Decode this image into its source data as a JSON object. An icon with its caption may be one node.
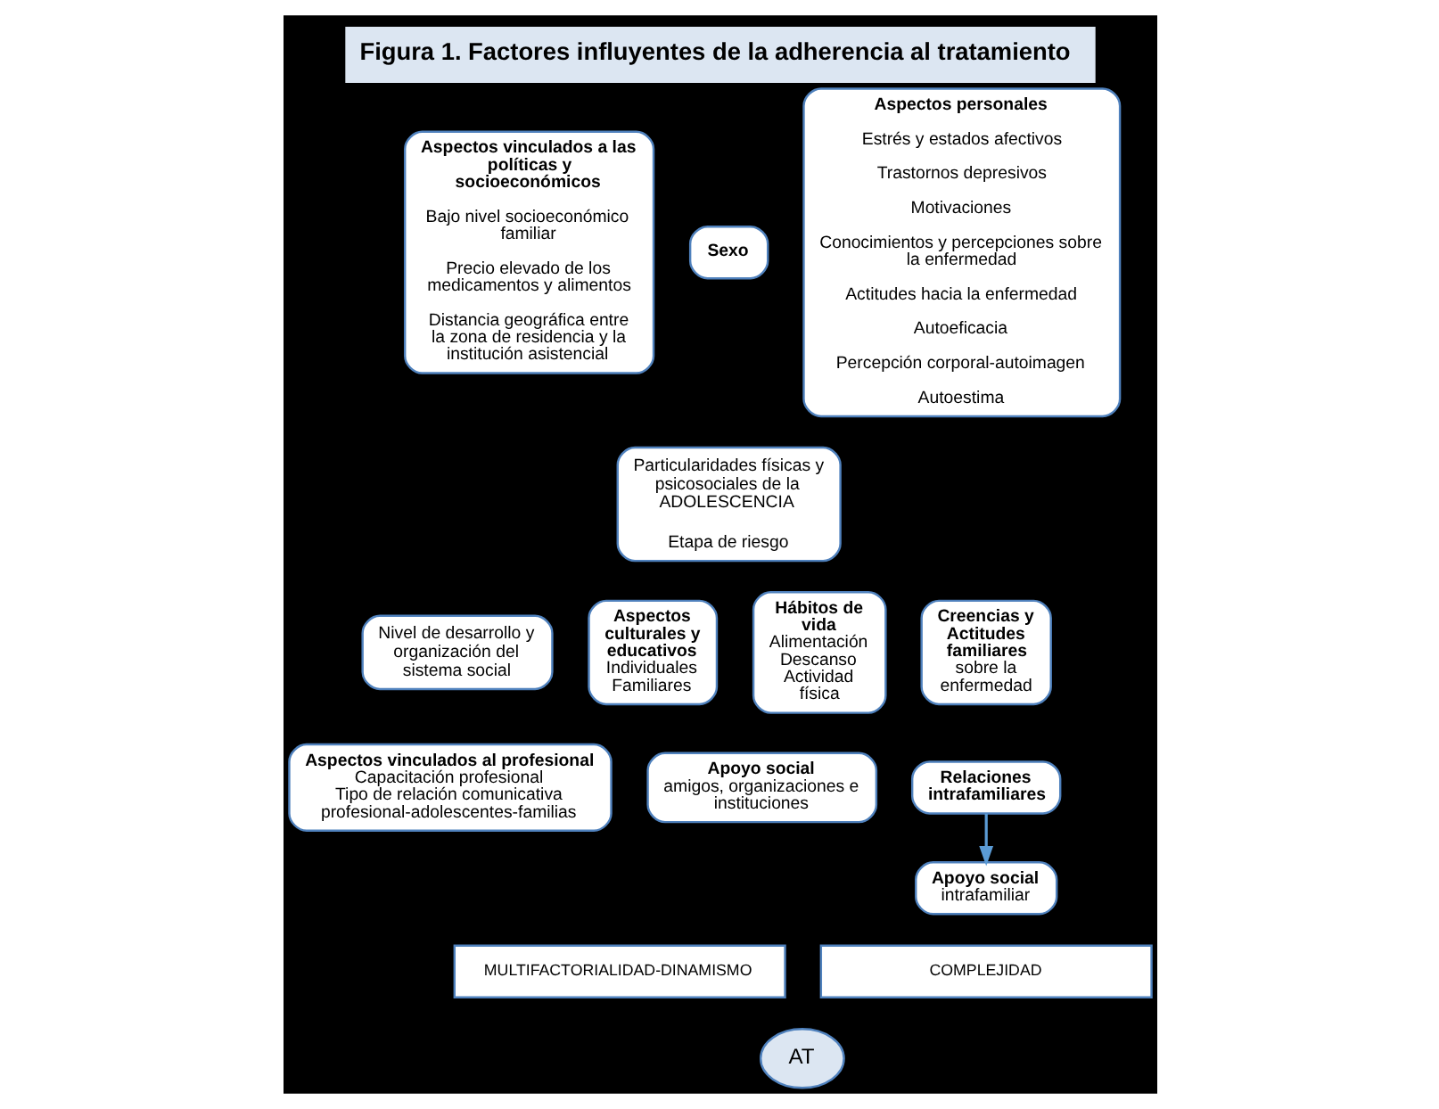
{
  "diagram": {
    "title": "Figura 1. Factores influyentes de la adherencia al tratamiento",
    "nodes": [
      {
        "text": [
          "Aspectos vinculados a las políticas y socioeconómicos",
          "Bajo nivel socioeconómico familiar",
          "Precio elevado de los medicamentos y alimentos",
          "Distancia geográfica entre la zona de residencia y la institución asistencial"
        ]
      },
      {
        "text": [
          "Nivel de desarrollo y organización del sistema social"
        ]
      },
      {
        "text": [
          "Sexo"
        ]
      },
      {
        "text": [
          "Particularidades físicas y psicosociales de la ADOLESCENCIA",
          "Etapa de riesgo"
        ]
      },
      {
        "text": [
          "Aspectos personales",
          "Estrés y estados afectivos",
          "Trastornos depresivos",
          "Motivaciones",
          "Conocimientos y percepciones sobre la enfermedad",
          "Actitudes hacia la enfermedad",
          "Autoeficacia",
          "Percepción corporal-autoimagen",
          "Autoestima"
        ]
      },
      {
        "text": [
          "Aspectos culturales y educativos",
          "Individuales",
          "Familiares"
        ]
      },
      {
        "text": [
          "Hábitos de vida",
          "Alimentación",
          "Descanso",
          "Actividad física"
        ]
      },
      {
        "text": [
          "Creencias y Actitudes familiares",
          "sobre la enfermedad"
        ]
      },
      {
        "text": [
          "Aspectos vinculados al profesional",
          "Capacitación profesional",
          "Tipo de relación comunicativa profesional-adolescentes-familias"
        ]
      },
      {
        "text": [
          "Apoyo social",
          "amigos, organizaciones e instituciones"
        ]
      },
      {
        "text": [
          "Relaciones intrafamiliares"
        ]
      },
      {
        "text": [
          "Apoyo social",
          "intrafamiliar"
        ]
      },
      {
        "text": [
          "MULTIFACTORIALIDAD-DINAMISMO"
        ]
      },
      {
        "text": [
          "COMPLEJIDAD"
        ]
      },
      {
        "text": [
          "AT"
        ]
      }
    ],
    "edges": [
      {
        "from": 10,
        "to": 11,
        "arrow": "to"
      }
    ]
  }
}
